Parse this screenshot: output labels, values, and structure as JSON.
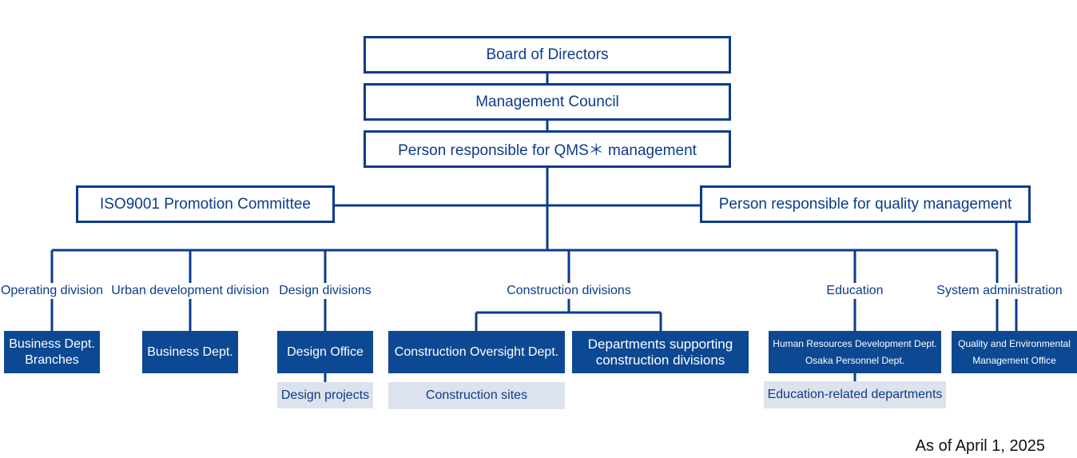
{
  "chart": {
    "board": "Board of Directors",
    "council": "Management Council",
    "qms": "Person responsible for QMS＊ management",
    "iso": "ISO9001 Promotion Committee",
    "quality": "Person responsible for quality management"
  },
  "divisions": {
    "operating": {
      "label": "Operating division",
      "unit": "Business Dept.\nBranches"
    },
    "urban": {
      "label": "Urban development division",
      "unit": "Business Dept."
    },
    "design": {
      "label": "Design divisions",
      "unit": "Design Office",
      "sub": "Design projects"
    },
    "construction": {
      "label": "Construction divisions",
      "oversight": "Construction Oversight Dept.",
      "support": "Departments supporting\nconstruction divisions",
      "sub": "Construction sites"
    },
    "education": {
      "label": "Education",
      "unit": "Human Resources Development Dept.\nOsaka Personnel Dept.",
      "sub": "Education-related departments"
    },
    "system": {
      "label": "System administration",
      "unit": "Quality and Environmental\nManagement Office"
    }
  },
  "footer": {
    "as_of": "As of April 1, 2025"
  },
  "colors": {
    "navy": "#0d3b8c",
    "fill": "#0d4892",
    "light": "#dde3ec"
  }
}
